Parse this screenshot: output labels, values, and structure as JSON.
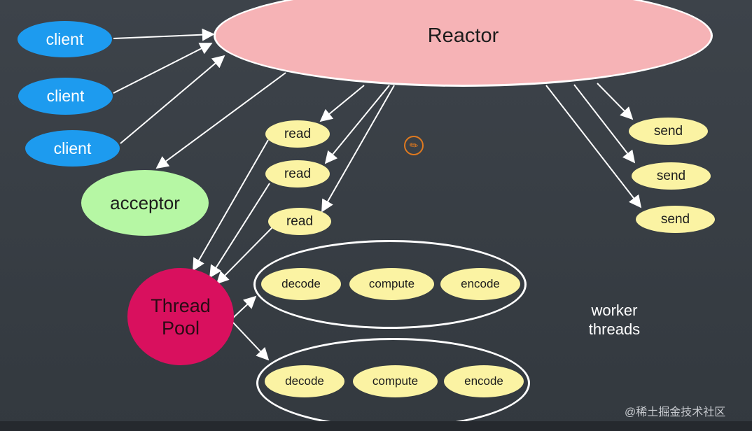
{
  "diagram": {
    "reactor": "Reactor",
    "clients": [
      "client",
      "client",
      "client"
    ],
    "acceptor": "acceptor",
    "reads": [
      "read",
      "read",
      "read"
    ],
    "sends": [
      "send",
      "send",
      "send"
    ],
    "thread_pool": [
      "Thread",
      "Pool"
    ],
    "worker_group_1": [
      "decode",
      "compute",
      "encode"
    ],
    "worker_group_2": [
      "decode",
      "compute",
      "encode"
    ],
    "worker_threads_label": [
      "worker",
      "threads"
    ],
    "watermark": "@稀土掘金技术社区"
  },
  "colors": {
    "background": "#3a4046",
    "client": "#1d9bef",
    "reactor": "#f6b3b6",
    "acceptor": "#b6f7a4",
    "thread_pool": "#d9105e",
    "task": "#fbf3a3",
    "arrow": "#ffffff",
    "cursor": "#e07a1f"
  },
  "icons": {
    "cursor": "pen-cursor-icon"
  }
}
